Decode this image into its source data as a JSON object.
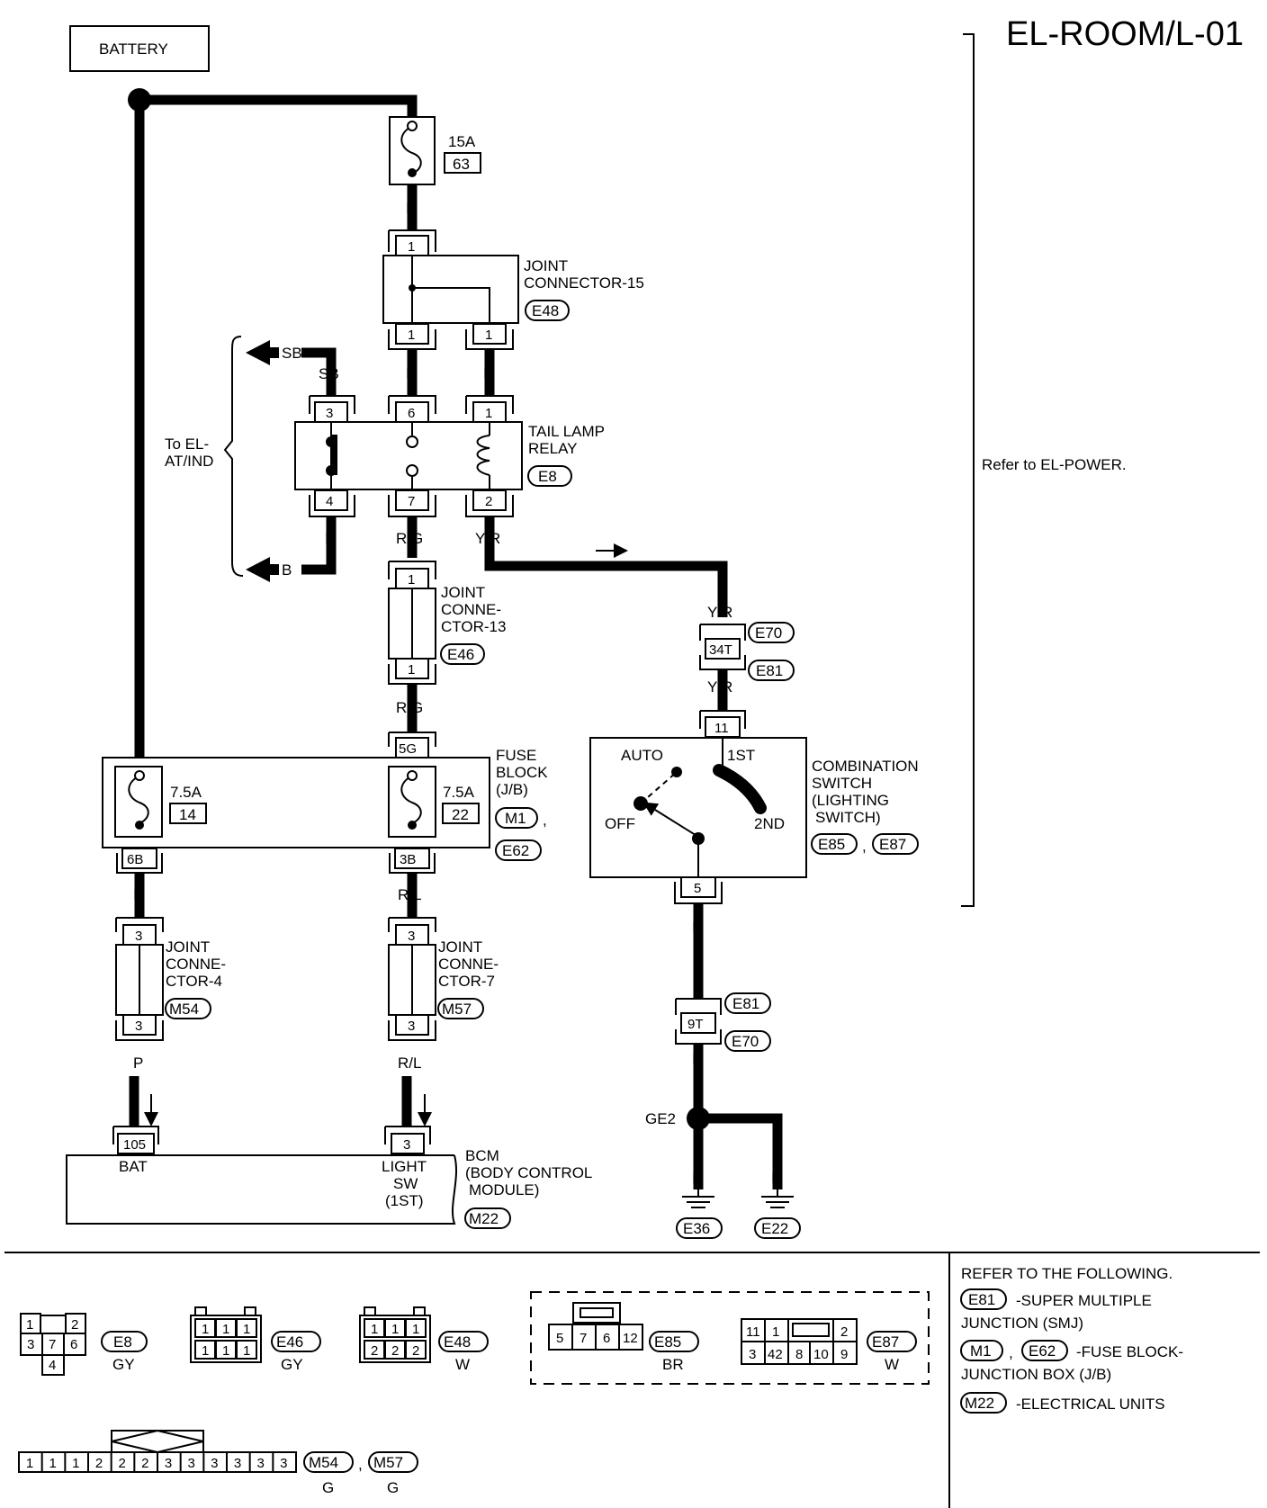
{
  "title": "EL-ROOM/L-01",
  "battery": "BATTERY",
  "refer_el_power": "Refer to EL-POWER.",
  "fuse_63": {
    "amp": "15A",
    "num": "63"
  },
  "wires": {
    "r": "R",
    "sb": "SB",
    "b": "B",
    "rg": "R/G",
    "yr": "Y/R",
    "p": "P",
    "rl": "R/L"
  },
  "jc15": {
    "line1": "JOINT",
    "line2": "CONNECTOR-15",
    "code": "E48",
    "pin": "1"
  },
  "tail_relay": {
    "line1": "TAIL LAMP",
    "line2": "RELAY",
    "code": "E8",
    "pins": [
      "3",
      "6",
      "1",
      "4",
      "7",
      "2"
    ]
  },
  "to_el": {
    "line1": "To EL-",
    "line2": "AT/IND"
  },
  "jc13": {
    "line1": "JOINT",
    "line2": "CONNE-",
    "line3": "CTOR-13",
    "code": "E46",
    "pin": "1"
  },
  "smj_top": {
    "pin": "34T",
    "code1": "E70",
    "code2": "E81"
  },
  "comb_switch": {
    "pin_top": "11",
    "pin_bottom": "5",
    "auto": "AUTO",
    "first": "1ST",
    "off": "OFF",
    "second": "2ND",
    "line1": "COMBINATION",
    "line2": "SWITCH",
    "line3": "(LIGHTING",
    "line4": "SWITCH)",
    "code1": "E85",
    "code2": "E87",
    "sep": ","
  },
  "fuse_block": {
    "line1": "FUSE",
    "line2": "BLOCK",
    "line3": "(J/B)",
    "code1": "M1",
    "code2": "E62",
    "sep": ",",
    "f14_amp": "7.5A",
    "f14_num": "14",
    "f22_amp": "7.5A",
    "f22_num": "22",
    "pin_in": "5G",
    "pin_6b": "6B",
    "pin_3b": "3B"
  },
  "jc4": {
    "line1": "JOINT",
    "line2": "CONNE-",
    "line3": "CTOR-4",
    "code": "M54",
    "pin": "3"
  },
  "jc7": {
    "line1": "JOINT",
    "line2": "CONNE-",
    "line3": "CTOR-7",
    "code": "M57",
    "pin": "3"
  },
  "smj_bottom": {
    "pin": "9T",
    "code1": "E81",
    "code2": "E70"
  },
  "ground": {
    "node": "GE2",
    "g1": "E36",
    "g2": "E22"
  },
  "bcm": {
    "pin_bat": "105",
    "bat": "BAT",
    "pin_light": "3",
    "light1": "LIGHT",
    "light2": "SW",
    "light3": "(1ST)",
    "line1": "BCM",
    "line2": "(BODY CONTROL",
    "line3": "MODULE)",
    "code": "M22"
  },
  "refer": {
    "heading": "REFER TO THE FOLLOWING.",
    "r1_code": "E81",
    "r1_text1": "-SUPER MULTIPLE",
    "r1_text2": "JUNCTION (SMJ)",
    "r2_code1": "M1",
    "r2_sep": ",",
    "r2_code2": "E62",
    "r2_text1": "-FUSE BLOCK-",
    "r2_text2": "JUNCTION BOX (J/B)",
    "r3_code": "M22",
    "r3_text": "-ELECTRICAL UNITS"
  },
  "faces": {
    "e8": {
      "code": "E8",
      "color": "GY",
      "pins": [
        "1",
        "2",
        "3",
        "7",
        "6",
        "4"
      ]
    },
    "e46": {
      "code": "E46",
      "color": "GY",
      "pins": [
        "1",
        "1",
        "1",
        "1",
        "1",
        "1"
      ]
    },
    "e48": {
      "code": "E48",
      "color": "W",
      "pins": [
        "1",
        "1",
        "1",
        "2",
        "2",
        "2"
      ]
    },
    "e85": {
      "code": "E85",
      "color": "BR",
      "pins": [
        "5",
        "7",
        "6",
        "12"
      ]
    },
    "e87": {
      "code": "E87",
      "color": "W",
      "pins": [
        "11",
        "1",
        "2",
        "3",
        "42",
        "8",
        "10",
        "9"
      ]
    },
    "m54": {
      "code1": "M54",
      "sep": ",",
      "code2": "M57",
      "color1": "G",
      "color2": "G",
      "pins": [
        "1",
        "1",
        "1",
        "2",
        "2",
        "2",
        "3",
        "3",
        "3",
        "3",
        "3",
        "3"
      ]
    }
  }
}
